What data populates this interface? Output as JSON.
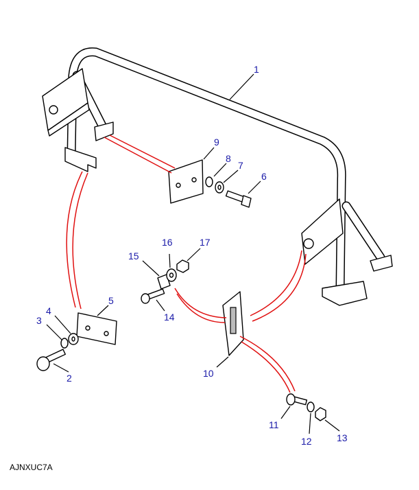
{
  "diagram_code": "AJNXUC7A",
  "callouts": [
    "1",
    "2",
    "3",
    "4",
    "5",
    "6",
    "7",
    "8",
    "9",
    "10",
    "11",
    "12",
    "13",
    "14",
    "15",
    "16",
    "17"
  ]
}
